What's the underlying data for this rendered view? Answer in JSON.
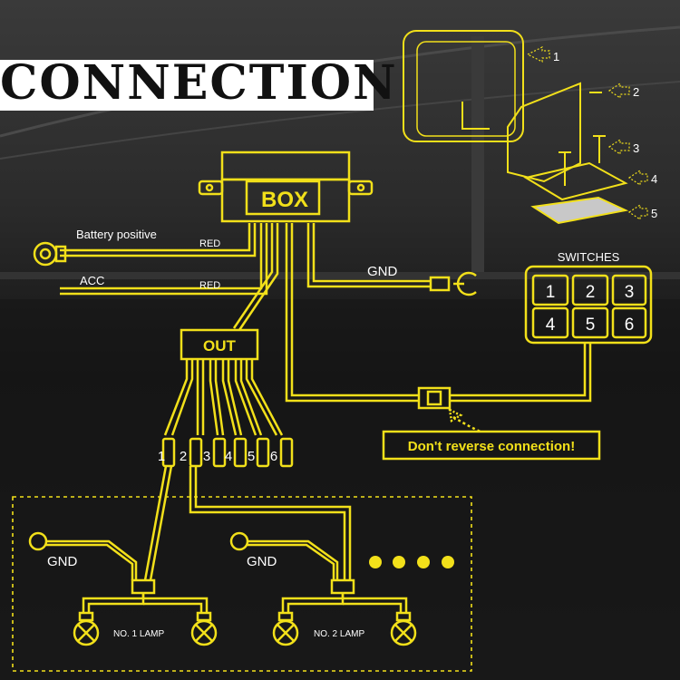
{
  "title": "CONNECTION",
  "box": {
    "label": "BOX"
  },
  "out": {
    "label": "OUT"
  },
  "wires": {
    "battery_label": "Battery positive",
    "battery_color": "RED",
    "acc_label": "ACC",
    "acc_color": "RED",
    "gnd_label": "GND"
  },
  "switches": {
    "label": "SWITCHES",
    "keys": [
      "1",
      "2",
      "3",
      "4",
      "5",
      "6"
    ]
  },
  "warning": "Don't reverse connection!",
  "outputs": [
    "1",
    "2",
    "3",
    "4",
    "5",
    "6"
  ],
  "mount_parts": [
    "1",
    "2",
    "3",
    "4",
    "5"
  ],
  "lamps": [
    {
      "gnd_label": "GND",
      "label": "NO. 1  LAMP"
    },
    {
      "gnd_label": "GND",
      "label": "NO. 2  LAMP"
    }
  ],
  "colors": {
    "wire": "#f2e01a",
    "background": "#1e1e1e",
    "title_bg": "#ffffff"
  }
}
